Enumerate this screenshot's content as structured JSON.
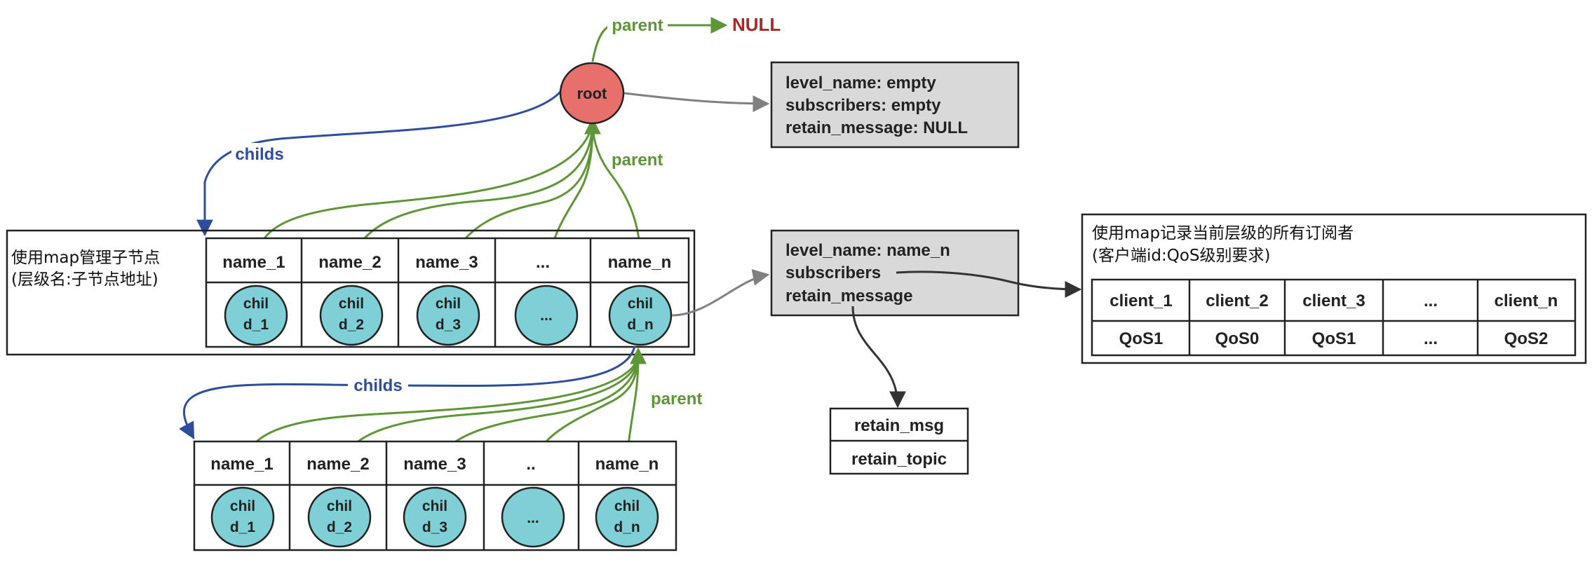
{
  "colors": {
    "root_fill": "#e8706c",
    "child_fill": "#7ecfd6",
    "box_fill": "#d9d9d9",
    "parent_arrow": "#5e9637",
    "childs_arrow": "#2e4d9e",
    "null_text": "#a52a2a",
    "link_gray": "#808080",
    "dark_line": "#333333"
  },
  "top": {
    "parent_label": "parent",
    "null_label": "NULL",
    "root_label": "root",
    "childs_label": "childs",
    "parent_label_mid": "parent"
  },
  "root_info": {
    "line1": "level_name: empty",
    "line2": "subscribers: empty",
    "line3": "retain_message: NULL"
  },
  "children_map": {
    "caption_line1": "使用map管理子节点",
    "caption_line2": "(层级名:子节点地址)",
    "names": [
      "name_1",
      "name_2",
      "name_3",
      "...",
      "name_n"
    ],
    "child_line1": [
      "chil",
      "chil",
      "chil",
      "...",
      "chil"
    ],
    "child_line2": [
      "d_1",
      "d_2",
      "d_3",
      "",
      "d_n"
    ]
  },
  "node_info": {
    "line1": "level_name: name_n",
    "line2": "subscribers",
    "line3": "retain_message"
  },
  "retain_box": {
    "row1": "retain_msg",
    "row2": "retain_topic"
  },
  "subscribers_map": {
    "caption_line1": "使用map记录当前层级的所有订阅者",
    "caption_line2": "(客户端id:QoS级别要求)",
    "clients": [
      "client_1",
      "client_2",
      "client_3",
      "...",
      "client_n"
    ],
    "qos": [
      "QoS1",
      "QoS0",
      "QoS1",
      "...",
      "QoS2"
    ]
  },
  "lower": {
    "childs_label": "childs",
    "parent_label": "parent",
    "names": [
      "name_1",
      "name_2",
      "name_3",
      "..",
      "name_n"
    ],
    "child_line1": [
      "chil",
      "chil",
      "chil",
      "...",
      "chil"
    ],
    "child_line2": [
      "d_1",
      "d_2",
      "d_3",
      "",
      "d_n"
    ]
  }
}
